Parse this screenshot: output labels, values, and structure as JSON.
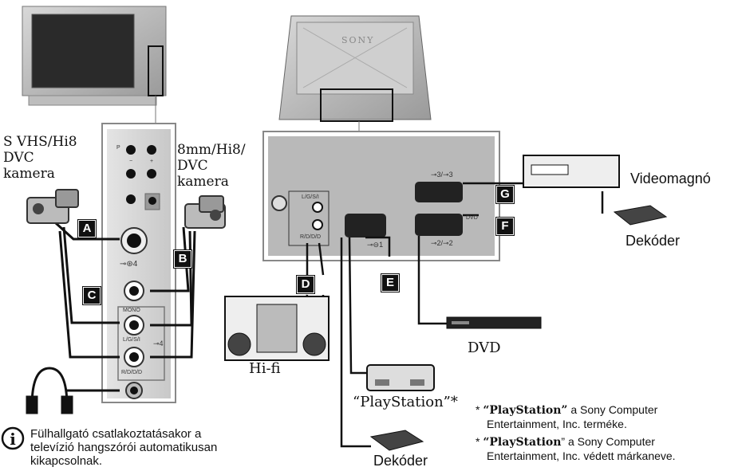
{
  "labels": {
    "cam_left": [
      "S VHS/Hi8",
      "DVC",
      "kamera"
    ],
    "cam_right": [
      "8mm/Hi8/",
      "DVC",
      "kamera"
    ],
    "videomagno": "Videomagnó",
    "dekoder_top": "Dekóder",
    "dvd": "DVD",
    "hifi": "Hi-fi",
    "playstation": "“PlayStation”*",
    "dekoder_bottom": "Dekóder"
  },
  "badges": {
    "A": "A",
    "B": "B",
    "C": "C",
    "D": "D",
    "E": "E",
    "F": "F",
    "G": "G"
  },
  "panel_text": {
    "p": "P",
    "minus": "−",
    "plus": "+",
    "in4": "⊸⊛4",
    "mono": "MONO",
    "lgs1": "L/G/S/I",
    "rdd": "R/D/D/D",
    "in4b": "⊸4",
    "back_lgs": "L/G/S/I",
    "back_rdd": "R/D/D/D",
    "scart1": "⊸⊖1",
    "scart2": "⊸2/⊸2",
    "scart3": "⊸3/⊸3",
    "dvd_small": "DVD"
  },
  "info_note": [
    "Fülhallgató csatlakoztatásakor a",
    "televízió hangszórói automatikusan",
    "kikapcsolnak."
  ],
  "footnotes": [
    {
      "star": "* ",
      "brand": "“PlayStation”",
      "rest": " a Sony Computer",
      "line2": "Entertainment, Inc. terméke."
    },
    {
      "star": "* ",
      "brand": "“PlayStation",
      "rest": "” a Sony Computer",
      "line2": "Entertainment, Inc. védett márkaneve."
    }
  ],
  "sony": "SONY"
}
